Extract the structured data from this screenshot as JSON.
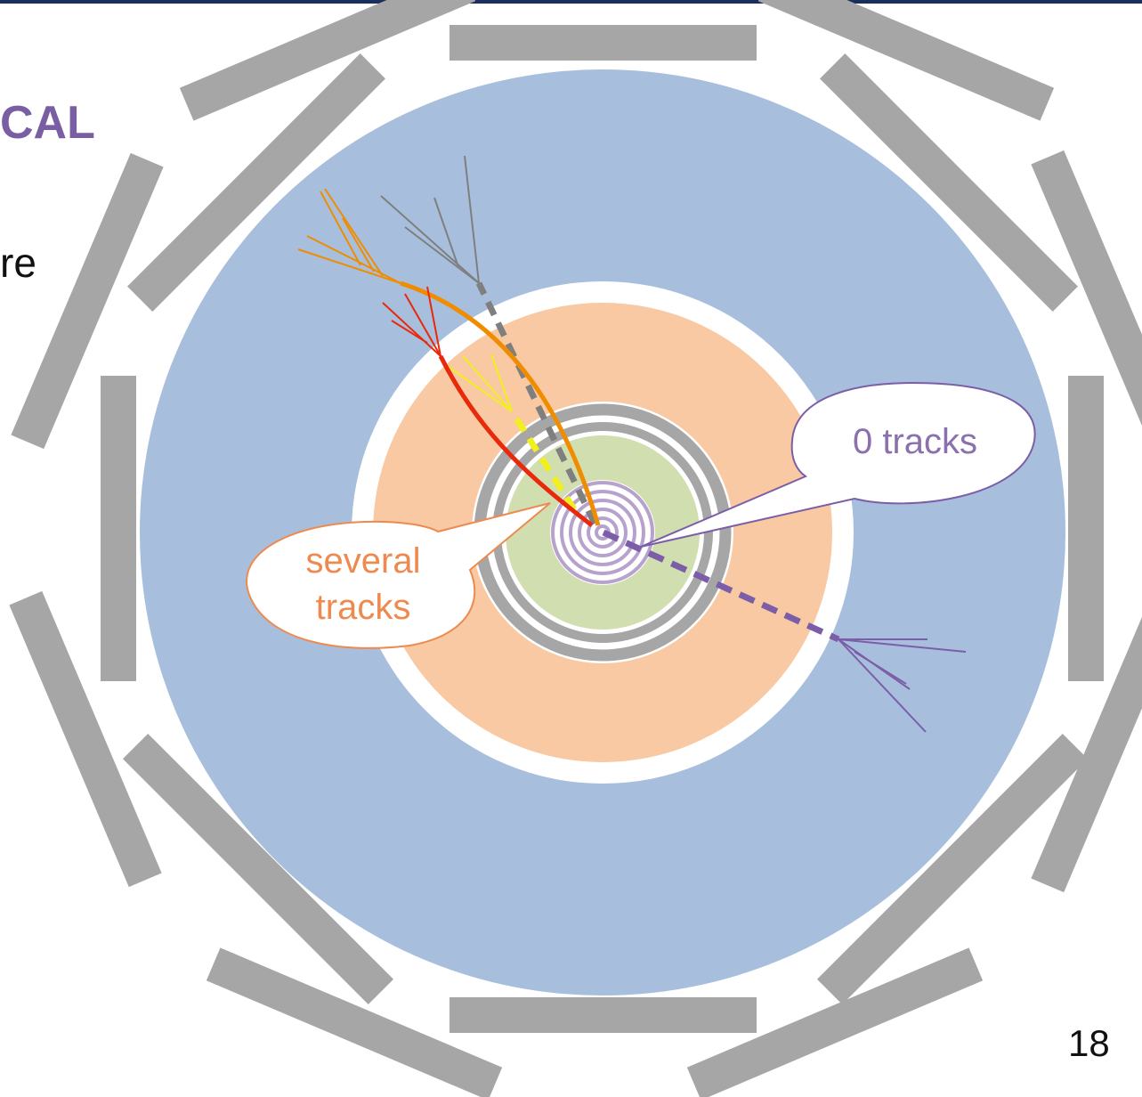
{
  "slide": {
    "heading_fragment": "CAL",
    "body_fragment": "re",
    "page_number": "18"
  },
  "callouts": {
    "zero_tracks": "0 tracks",
    "several_tracks_line1": "several",
    "several_tracks_line2": "tracks"
  },
  "colors": {
    "header_bar": "#1c2f5c",
    "heading": "#7a5ea3",
    "hcal_region": "#a7bfdd",
    "ecal_region": "#f8c9a2",
    "tracker_region": "#d1deb0",
    "vertex_rings": "#b7a2cd",
    "muon_chambers": "#a6a6a6",
    "neutral_particle": "#7b5ea7",
    "charged_orange": "#f08c00",
    "charged_red": "#e8290b",
    "charged_yellow": "#f2ef1f",
    "neutral_grey": "#7f7f7f"
  }
}
